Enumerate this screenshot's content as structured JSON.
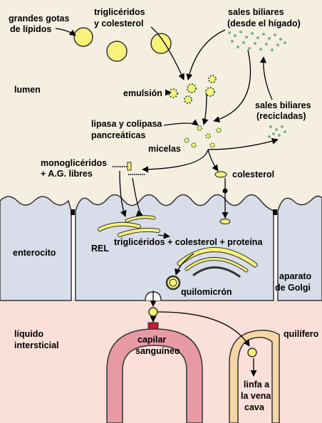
{
  "labels": {
    "lipid_drops_1": "grandes gotas",
    "lipid_drops_2": "de lípidos",
    "tg_chol_1": "triglicéridos",
    "tg_chol_2": "y colesterol",
    "bile_liver_1": "sales biliares",
    "bile_liver_2": "(desde el hígado)",
    "lumen": "lumen",
    "emulsion": "emulsión",
    "bile_recycled_1": "sales biliares",
    "bile_recycled_2": "(recicladas)",
    "lipase_1": "lipasa y colipasa",
    "lipase_2": "pancreáticas",
    "micelles": "micelas",
    "mono_1": "monoglicéridos",
    "mono_2": "+ A.G. libres",
    "cholesterol": "colesterol",
    "enterocyte": "enterocito",
    "rel": "REL",
    "tg_prot": "triglicéridos + colesterol + proteína",
    "golgi_1": "aparato",
    "golgi_2": "de Golgi",
    "chylomicron": "quilomicrón",
    "interstitial_1": "líquido",
    "interstitial_2": "intersticial",
    "capillary_1": "capilar",
    "capillary_2": "sanguíneo",
    "lacteal": "quilífero",
    "lymph_1": "linfa a",
    "lymph_2": "la vena",
    "lymph_3": "cava"
  },
  "colors": {
    "lumen": "#f5efe2",
    "enterocyte": "#d8dde9",
    "interstitial": "#fae0d8",
    "lipid": "#f6f27a",
    "capillary": "#e79aa4",
    "lacteal": "#f6d6a6",
    "bile": "#7cb58a"
  }
}
